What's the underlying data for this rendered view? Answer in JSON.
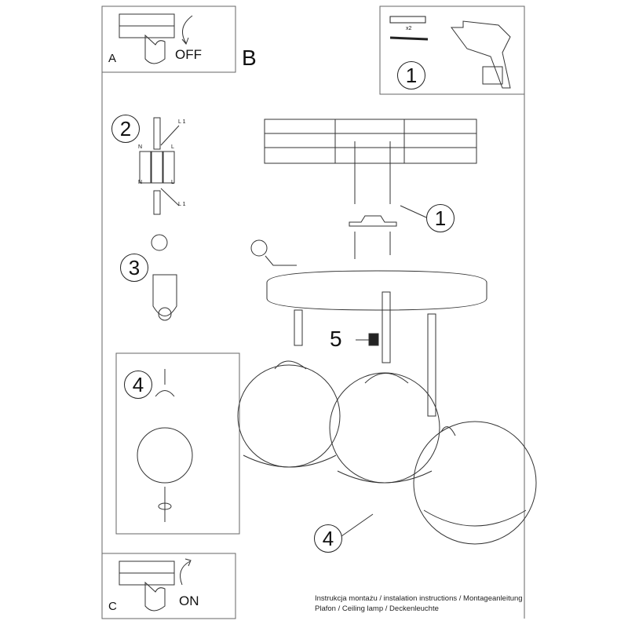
{
  "panels": {
    "a": {
      "letter": "A",
      "label": "OFF"
    },
    "b": {
      "letter": "B"
    },
    "c": {
      "letter": "C",
      "label": "ON"
    }
  },
  "tools": {
    "step": "1",
    "quantity": "x2"
  },
  "wiring": {
    "step": "2",
    "labels": {
      "l1_top": "L 1",
      "n_top": "N",
      "l_top": "L",
      "n_bottom": "N",
      "l_bottom": "L",
      "l1_bottom": "L 1"
    }
  },
  "ground": {
    "step": "3"
  },
  "shade": {
    "step": "4"
  },
  "main": {
    "bracket_step": "1",
    "bulb_step": "5",
    "shade_step": "4"
  },
  "caption": {
    "line1": "Instrukcja montażu / instalation instructions / Montageanleitung",
    "line2": "Plafon / Ceiling lamp / Deckenleuchte"
  }
}
